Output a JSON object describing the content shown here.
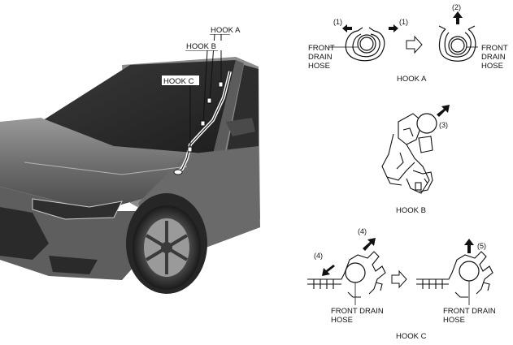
{
  "figure": {
    "car_callouts": {
      "hook_a": "HOOK A",
      "hook_b": "HOOK B",
      "hook_c": "HOOK C"
    },
    "hook_a": {
      "caption": "HOOK A",
      "step_left": "(1)",
      "step_right": "(1)",
      "step_pull": "(2)",
      "hose_label_left": [
        "FRONT",
        "DRAIN",
        "HOSE"
      ],
      "hose_label_right": [
        "FRONT",
        "DRAIN",
        "HOSE"
      ]
    },
    "hook_b": {
      "caption": "HOOK B",
      "step": "(3)"
    },
    "hook_c": {
      "caption": "HOOK C",
      "step_left": "(4)",
      "step_up": "(4)",
      "step_pull": "(5)",
      "hose_label_left": [
        "FRONT DRAIN",
        "HOSE"
      ],
      "hose_label_right": [
        "FRONT DRAIN",
        "HOSE"
      ]
    }
  }
}
